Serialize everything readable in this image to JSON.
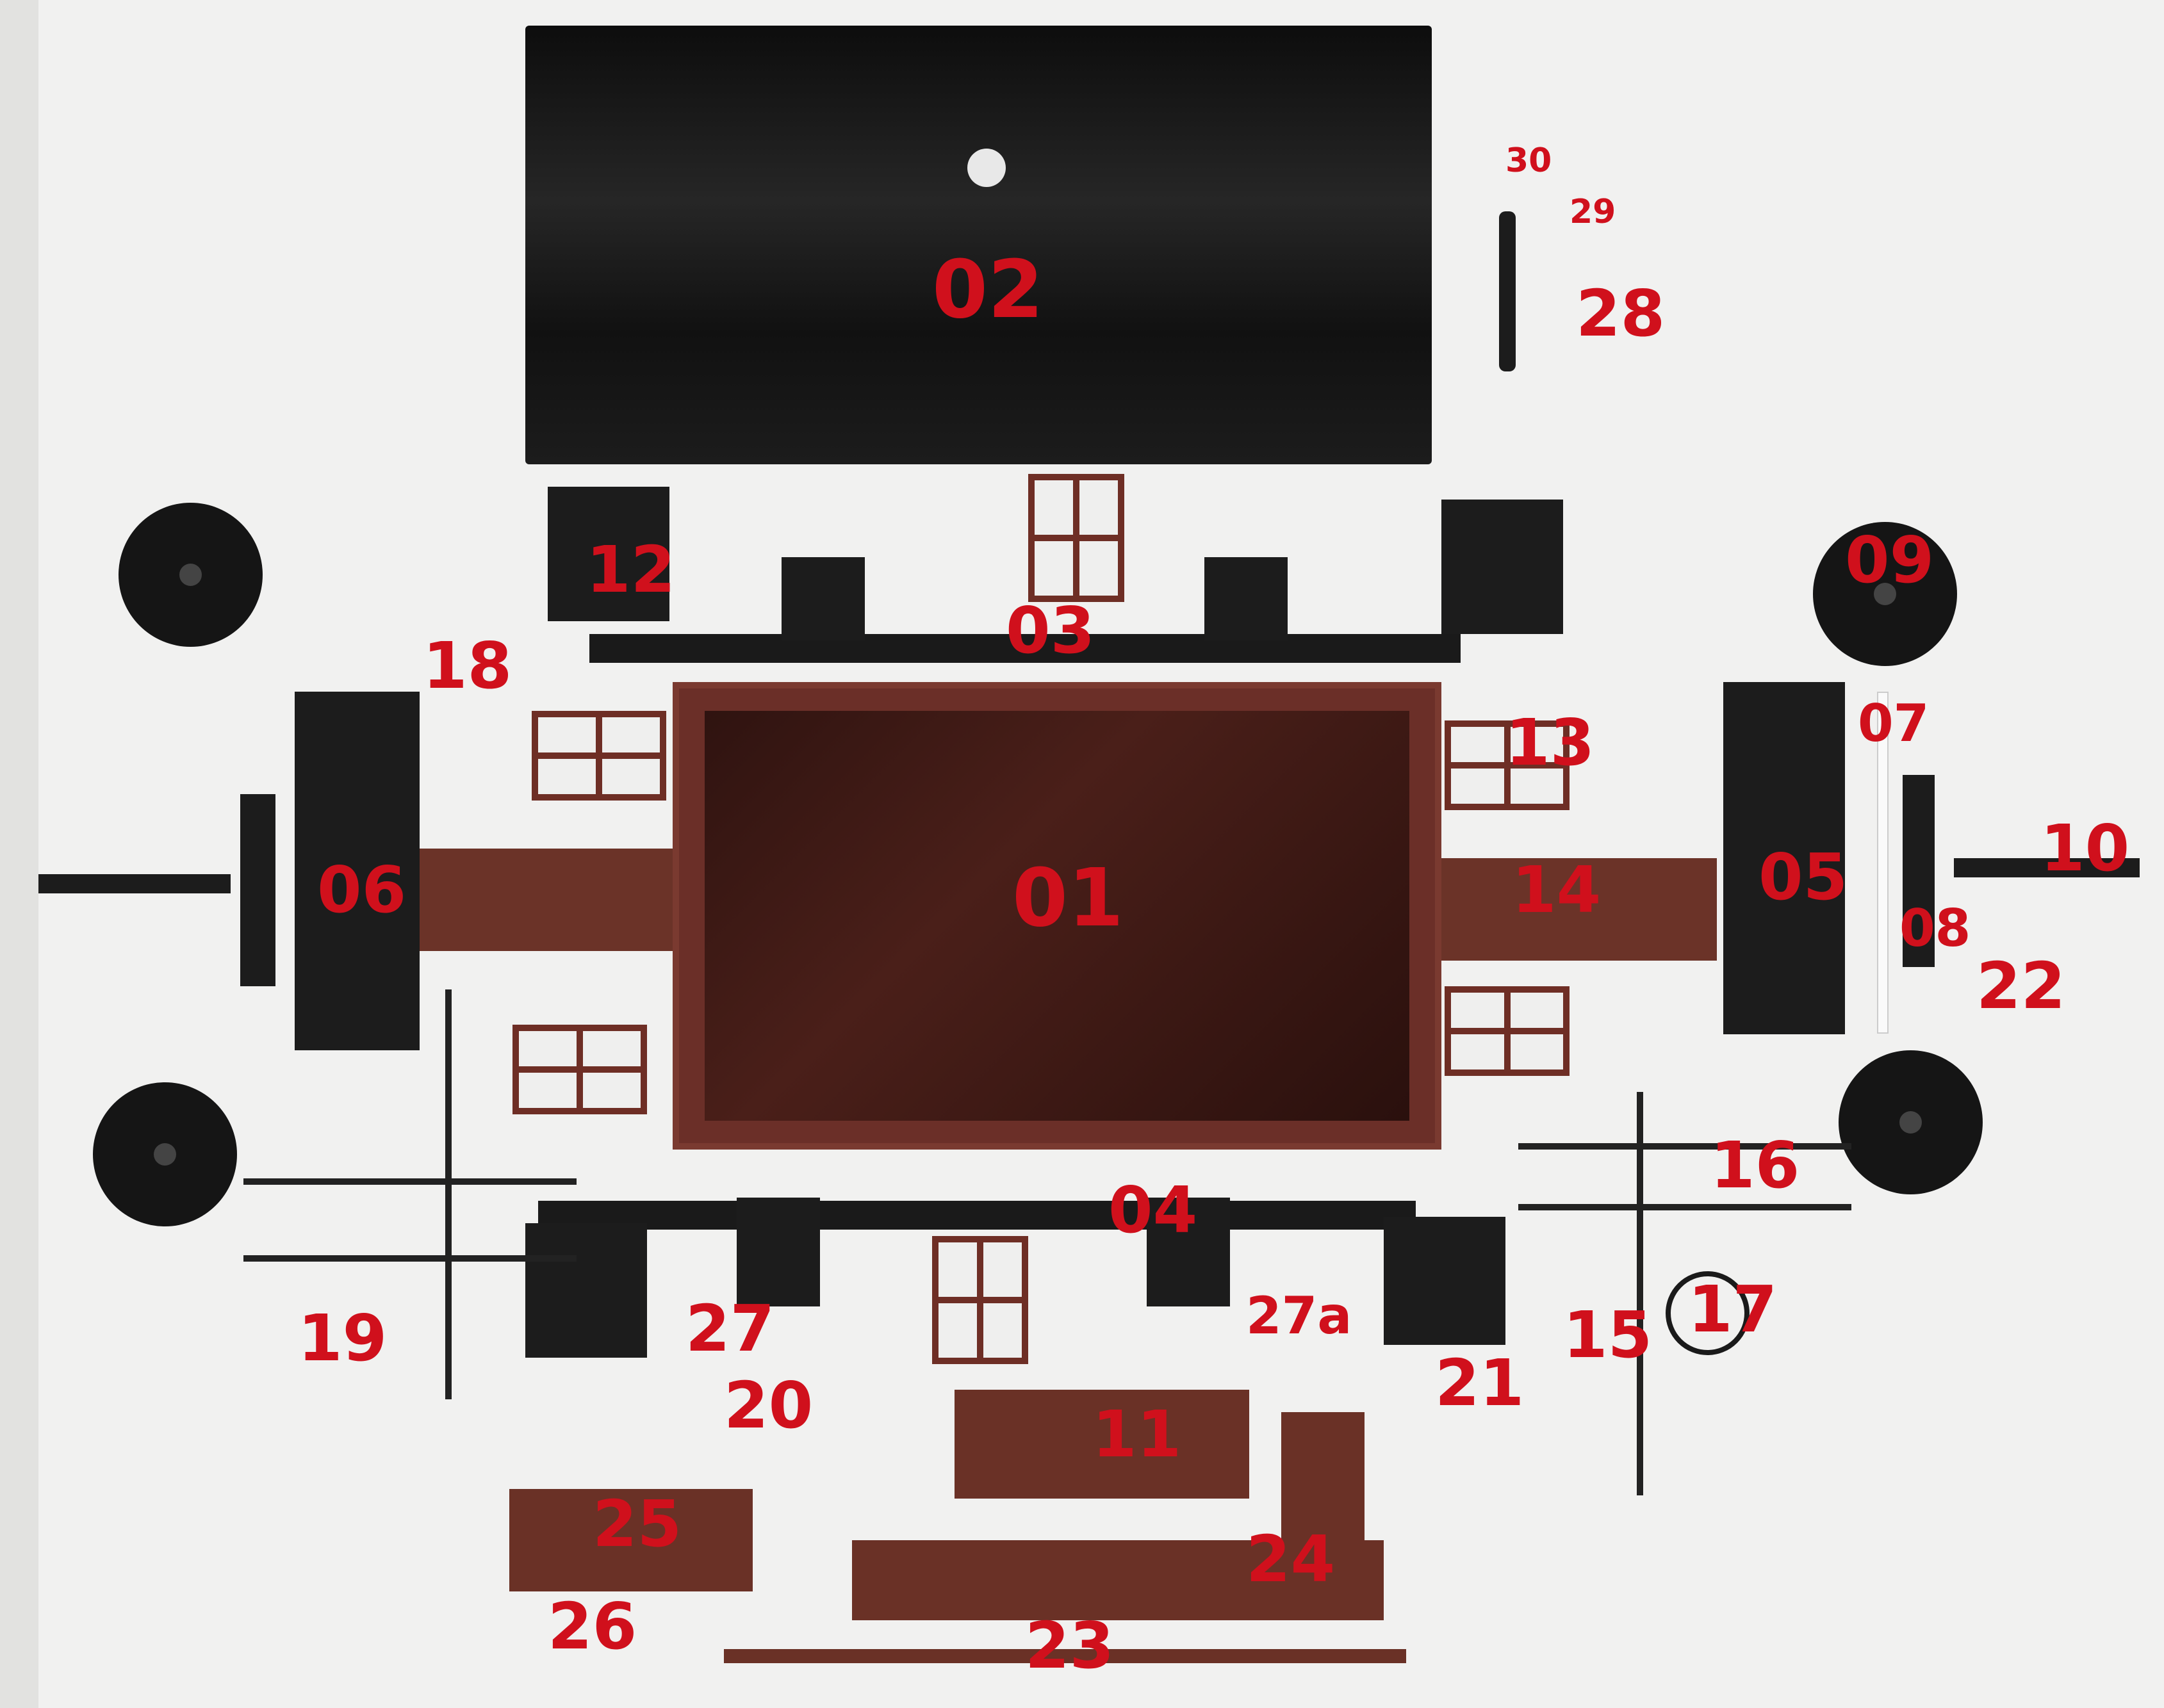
{
  "labels": [
    "01",
    "02",
    "03",
    "04",
    "05",
    "06",
    "07",
    "08",
    "09",
    "10",
    "11",
    "12",
    "13",
    "14",
    "15",
    "16",
    "17",
    "18",
    "19",
    "20",
    "21",
    "22",
    "23",
    "24",
    "25",
    "26",
    "27",
    "27a",
    "28",
    "29",
    "30"
  ],
  "colors": {
    "label": "#d0101c",
    "black_parts": "#1c1c1c",
    "brown_parts": "#6b2f28",
    "background": "#f1f1f0"
  }
}
